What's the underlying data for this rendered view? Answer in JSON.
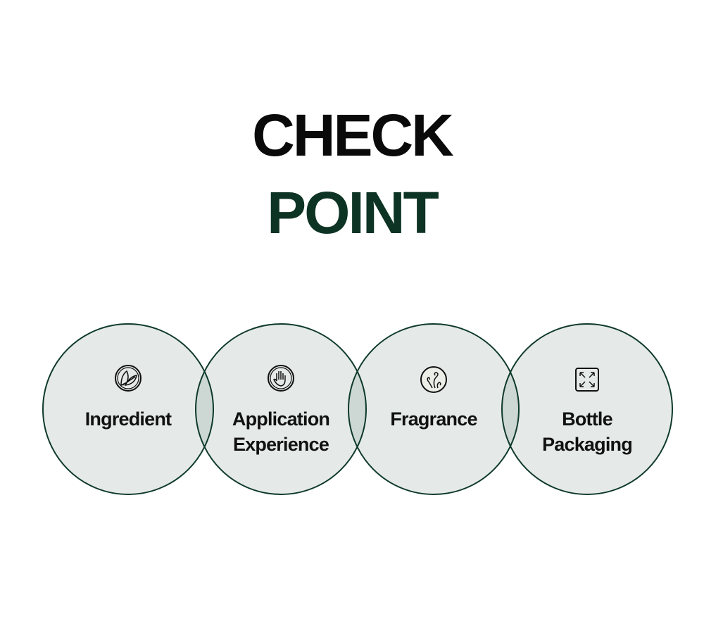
{
  "title": {
    "line1": "CHECK",
    "line2": "POINT"
  },
  "colors": {
    "accent": "#0d3324",
    "circle_stroke": "#0f3a2b"
  },
  "items": [
    {
      "icon": "leaf-icon",
      "line1": "Ingredient",
      "line2": ""
    },
    {
      "icon": "hand-icon",
      "line1": "Application",
      "line2": "Experience"
    },
    {
      "icon": "swirl-icon",
      "line1": "Fragrance",
      "line2": ""
    },
    {
      "icon": "expand-icon",
      "line1": "Bottle",
      "line2": "Packaging"
    }
  ]
}
